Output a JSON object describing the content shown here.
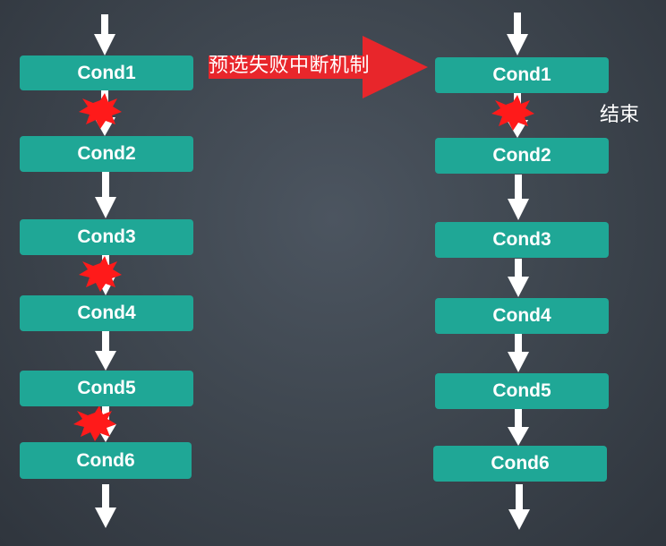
{
  "diagram": {
    "banner_text": "预选失败中断机制",
    "end_text": "结束",
    "colors": {
      "node_fill": "#1fa796",
      "arrow": "#ffffff",
      "burst": "#ff1a1a",
      "banner_arrow": "#e8262b"
    },
    "left_flow": {
      "nodes": [
        {
          "label": "Cond1"
        },
        {
          "label": "Cond2"
        },
        {
          "label": "Cond3"
        },
        {
          "label": "Cond4"
        },
        {
          "label": "Cond5"
        },
        {
          "label": "Cond6"
        }
      ]
    },
    "right_flow": {
      "nodes": [
        {
          "label": "Cond1"
        },
        {
          "label": "Cond2"
        },
        {
          "label": "Cond3"
        },
        {
          "label": "Cond4"
        },
        {
          "label": "Cond5"
        },
        {
          "label": "Cond6"
        }
      ]
    }
  }
}
